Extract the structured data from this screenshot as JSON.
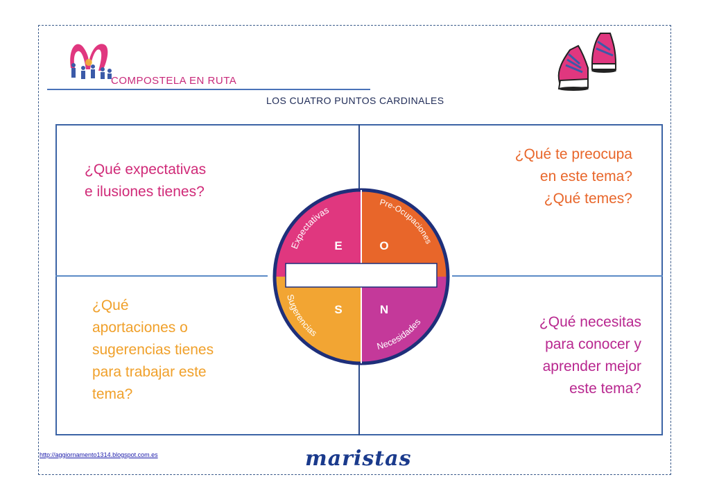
{
  "header": {
    "logo_text": "COMPOSTELA EN RUTA",
    "title": "LOS CUATRO PUNTOS CARDINALES"
  },
  "quadrants": {
    "top_left": [
      "¿Qué expectativas",
      "e ilusiones tienes?"
    ],
    "top_right": [
      "¿Qué te preocupa",
      "en este tema?",
      "¿Qué temes?"
    ],
    "bottom_left": [
      "¿Qué",
      "aportaciones o",
      "sugerencias tienes",
      "para trabajar este",
      "tema?"
    ],
    "bottom_right": [
      "¿Qué necesitas",
      "para conocer y",
      "aprender mejor",
      "este tema?"
    ]
  },
  "compass": {
    "expectativas": {
      "letter": "E",
      "label": "Expectativas"
    },
    "preocupaciones": {
      "letter": "O",
      "label": "Pre-Ocupaciones"
    },
    "sugerencias": {
      "letter": "S",
      "label": "Sugerencias"
    },
    "necesidades": {
      "letter": "N",
      "label": "Necesidades"
    }
  },
  "footer": {
    "url": "http://aggiornamento1314.blogspot.com.es",
    "brand": "maristas"
  },
  "colors": {
    "pink": "#e0377f",
    "orange": "#e8662a",
    "yellow": "#f2a533",
    "magenta": "#c4399a",
    "navy": "#1e2f7a"
  }
}
